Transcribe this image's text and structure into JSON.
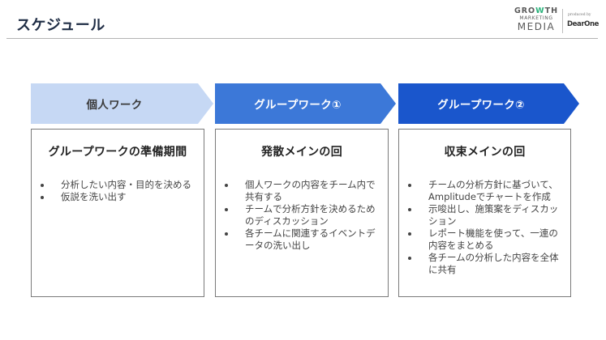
{
  "header": {
    "title": "スケジュール",
    "logo": {
      "line1_pre": "GRO",
      "line1_w": "W",
      "line1_post": "TH",
      "line2": "MARKETING",
      "line3": "MEDIA",
      "produced_by": "produced by",
      "brand": "DearOne"
    }
  },
  "steps": [
    {
      "label": "個人ワーク",
      "color": "#c6d8f4",
      "card": {
        "title": "グループワークの準備期間",
        "bullets": [
          "分析したい内容・目的を決める",
          "仮説を洗い出す"
        ]
      }
    },
    {
      "label": "グループワーク①",
      "color": "#3c78d8",
      "card": {
        "title": "発散メインの回",
        "bullets": [
          "個人ワークの内容をチーム内で共有する",
          "チームで分析方針を決めるためのディスカッション",
          "各チームに関連するイベントデータの洗い出し"
        ]
      }
    },
    {
      "label": "グループワーク②",
      "color": "#1a56cc",
      "card": {
        "title": "収束メインの回",
        "bullets": [
          "チームの分析方針に基づいて、Amplitudeでチャートを作成",
          "示唆出し、施策案をディスカッション",
          "レポート機能を使って、一連の内容をまとめる",
          "各チームの分析した内容を全体に共有"
        ]
      }
    }
  ]
}
